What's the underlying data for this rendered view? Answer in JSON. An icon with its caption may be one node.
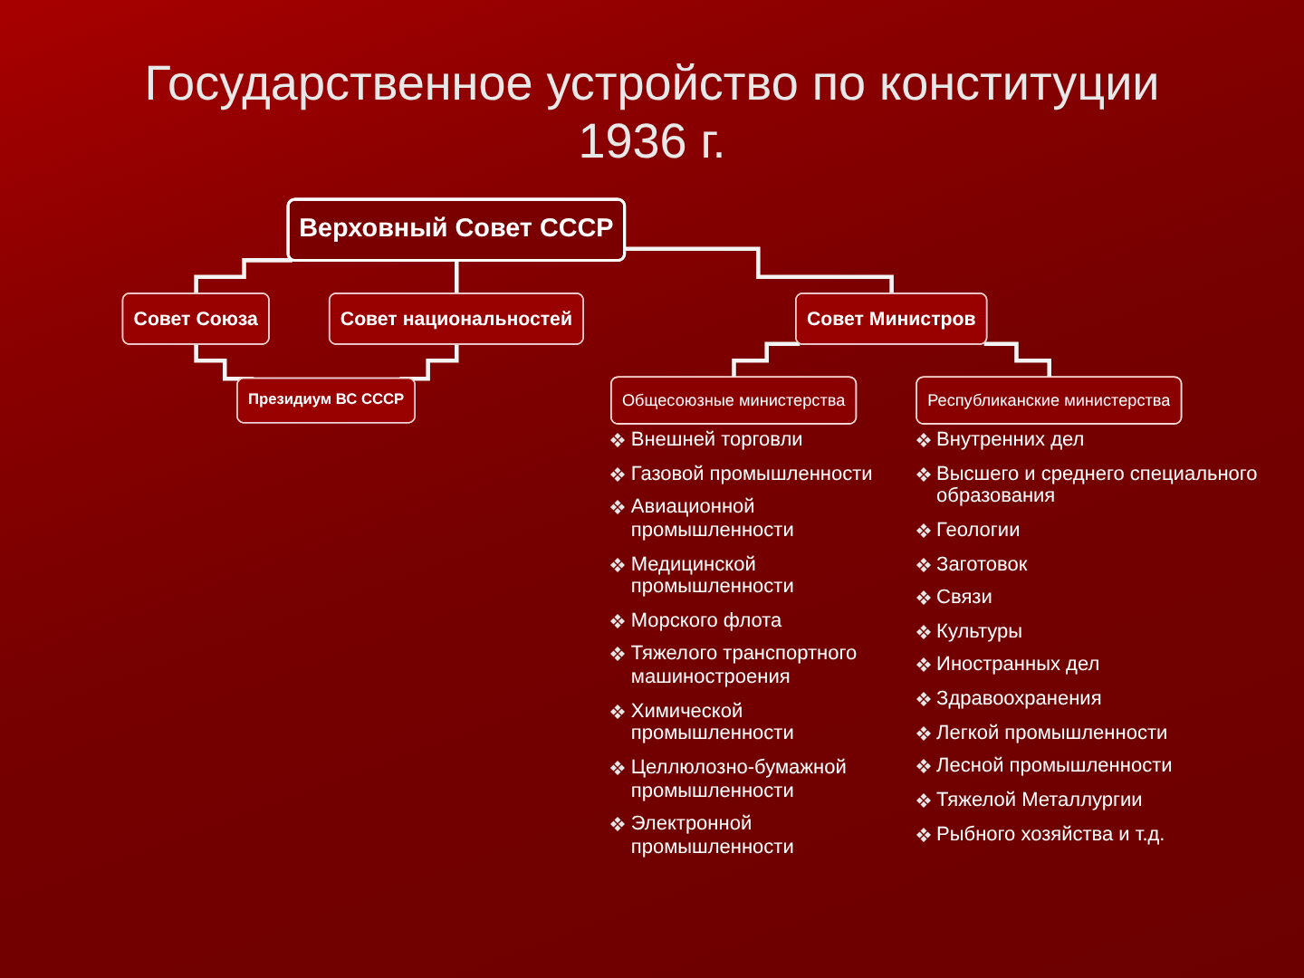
{
  "diagram": {
    "title": "Государственное устройство по конституции 1936 г.",
    "nodes": [
      {
        "text": [
          "Верховный Совет СССР"
        ]
      },
      {
        "text": [
          "Совет Союза"
        ]
      },
      {
        "text": [
          "Совет Министров"
        ]
      },
      {
        "text": [
          "Совет национальностей"
        ]
      },
      {
        "text": [
          "Президиум ВС СССР"
        ]
      },
      {
        "text": [
          "Общесоюзные министерства"
        ],
        "beside": [
          "Внешней торговли",
          "Газовой промышленности",
          "Авиационной промышленности",
          "Медицинской промышленности",
          "Морского флота",
          "Тяжелого транспортного машиностроения",
          "Химической промышленности",
          "Целлюлозно-бумажной промышленности",
          "Электронной промышленности"
        ]
      },
      {
        "text": [
          "Республиканские министерства"
        ],
        "beside": [
          "Внутренних дел",
          "Высшего и среднего специального образования",
          "Геологии",
          "Заготовок",
          "Связи",
          "Культуры",
          "Иностранных дел",
          "Здравоохранения",
          "Легкой промышленности",
          "Лесной промышленности",
          "Тяжелой Металлургии",
          "Рыбного хозяйства и т.д."
        ]
      }
    ],
    "edges": [
      {
        "from": 0,
        "to": 1,
        "arrow": "none"
      },
      {
        "from": 0,
        "to": 3,
        "arrow": "none"
      },
      {
        "from": 0,
        "to": 2,
        "arrow": "none"
      },
      {
        "from": 1,
        "to": 4,
        "arrow": "none"
      },
      {
        "from": 3,
        "to": 4,
        "arrow": "none"
      },
      {
        "from": 2,
        "to": 5,
        "arrow": "none"
      },
      {
        "from": 2,
        "to": 6,
        "arrow": "none"
      }
    ]
  }
}
